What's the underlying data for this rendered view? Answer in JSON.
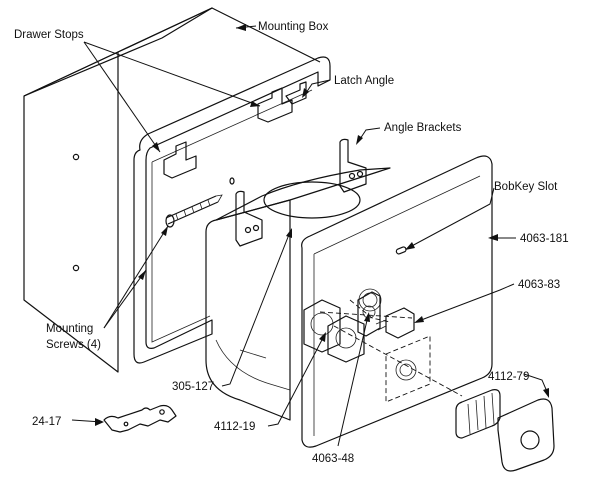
{
  "labels": {
    "drawer_stops": "Drawer Stops",
    "mounting_box": "Mounting Box",
    "latch_angle": "Latch Angle",
    "angle_brackets": "Angle Brackets",
    "bobkey_slot": "BobKey Slot",
    "part_4063_181": "4063-181",
    "part_4063_83": "4063-83",
    "mounting_screws_line1": "Mounting",
    "mounting_screws_line2": "Screws (4)",
    "part_305_127": "305-127",
    "part_4112_79": "4112-79",
    "part_24_17": "24-17",
    "part_4112_19": "4112-19",
    "part_4063_48": "4063-48"
  }
}
